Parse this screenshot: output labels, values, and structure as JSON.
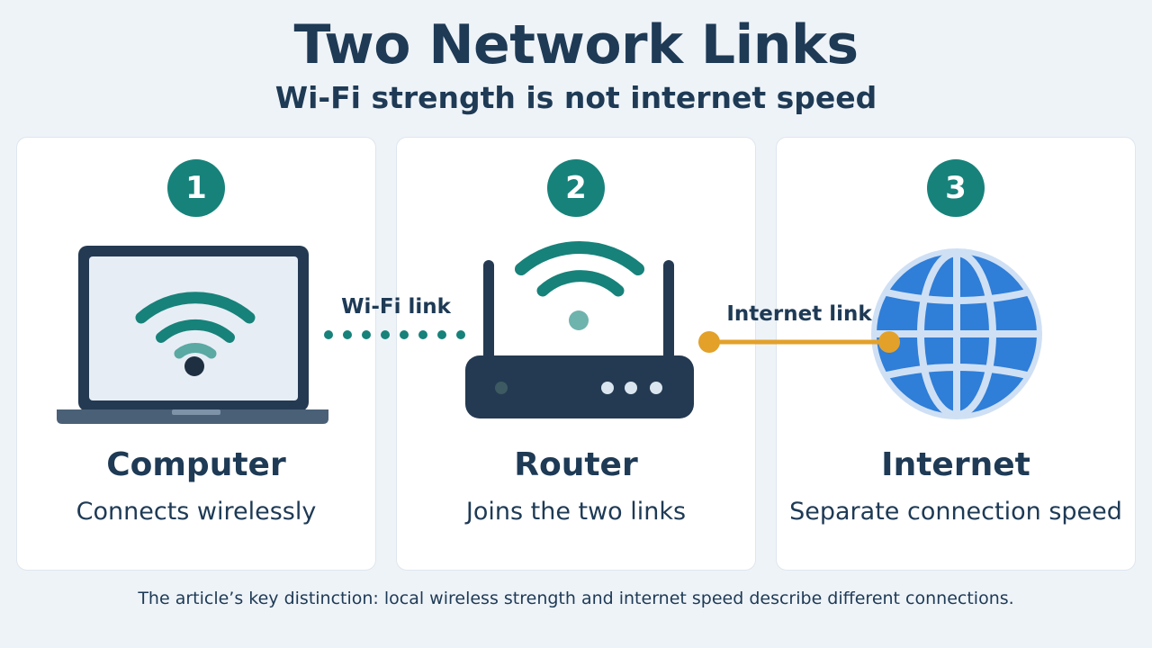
{
  "title": "Two Network Links",
  "subtitle": "Wi-Fi strength is not internet speed",
  "steps": [
    {
      "number": "1",
      "title": "Computer",
      "description": "Connects wirelessly",
      "icon": "laptop-wifi-icon"
    },
    {
      "number": "2",
      "title": "Router",
      "description": "Joins the two links",
      "icon": "router-icon"
    },
    {
      "number": "3",
      "title": "Internet",
      "description": "Separate connection speed",
      "icon": "globe-icon"
    }
  ],
  "links": {
    "wifi": {
      "label": "Wi-Fi link",
      "style": "dotted",
      "color": "#17827a"
    },
    "internet": {
      "label": "Internet link",
      "style": "solid",
      "color": "#e3a12a"
    }
  },
  "footer": "The article’s key distinction: local wireless strength and internet speed describe different connections.",
  "colors": {
    "accent": "#17827a",
    "navy": "#1e3a55",
    "globe": "#2f7ed8",
    "internet_link": "#e3a12a"
  }
}
